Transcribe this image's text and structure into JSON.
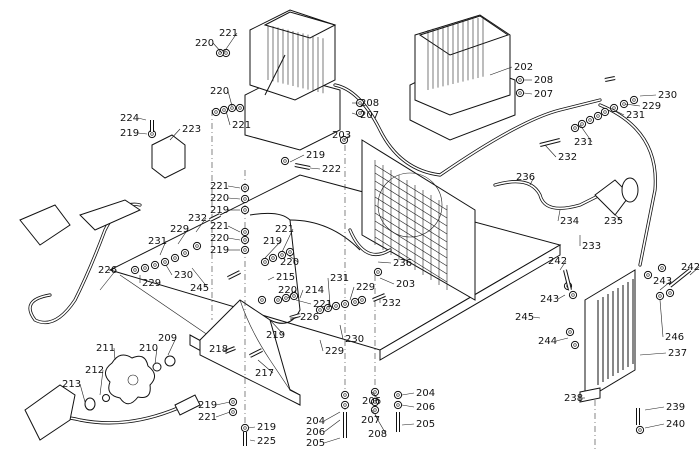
{
  "diagram": {
    "type": "exploded parts diagram",
    "callouts": [
      "221",
      "220",
      "220",
      "221",
      "224",
      "219",
      "223",
      "219",
      "222",
      "203",
      "208",
      "207",
      "202",
      "208",
      "207",
      "230",
      "229",
      "231",
      "231",
      "232",
      "236",
      "234",
      "235",
      "233",
      "221",
      "220",
      "219",
      "221",
      "220",
      "219",
      "221",
      "219",
      "220",
      "215",
      "220",
      "214",
      "221",
      "226",
      "219",
      "231",
      "229",
      "232",
      "230",
      "229",
      "236",
      "203",
      "232",
      "229",
      "231",
      "230",
      "229",
      "245",
      "226",
      "209",
      "210",
      "211",
      "212",
      "213",
      "218",
      "217",
      "219",
      "221",
      "219",
      "225",
      "204",
      "206",
      "205",
      "206",
      "207",
      "208",
      "204",
      "206",
      "205",
      "242",
      "243",
      "245",
      "244",
      "238",
      "239",
      "240",
      "237",
      "246",
      "243",
      "242"
    ]
  }
}
